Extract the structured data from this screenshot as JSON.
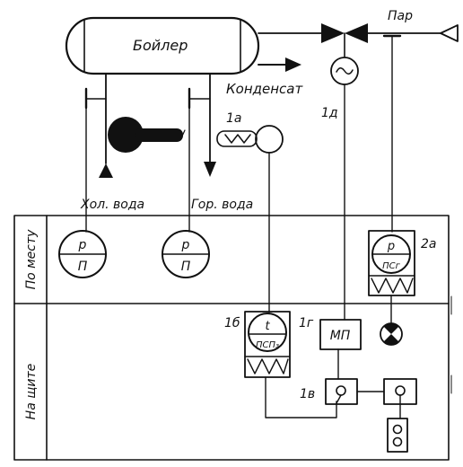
{
  "labels": {
    "boiler": "Бойлер",
    "condensate": "Конденсат",
    "steam": "Пар",
    "cold_water": "Хол. вода",
    "hot_water": "Гор. вода",
    "local": "По месту",
    "panel": "На щите",
    "id_1a": "1а",
    "id_1b": "1б",
    "id_1v": "1в",
    "id_1g": "1г",
    "id_1d": "1д",
    "id_2a": "2а",
    "p_top": "p",
    "p_bottom": "П",
    "t_top": "t",
    "psp3": "ПСП₃",
    "psg": "ПСг",
    "mp": "МП"
  }
}
